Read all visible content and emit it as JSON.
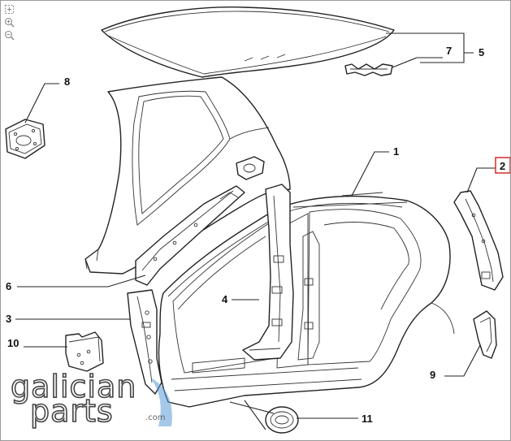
{
  "toolbar": {
    "icons": [
      "fit-to-screen-icon",
      "zoom-in-icon",
      "zoom-out-icon"
    ]
  },
  "callouts": {
    "c1": "1",
    "c2": "2",
    "c3": "3",
    "c4": "4",
    "c5": "5",
    "c6": "6",
    "c7": "7",
    "c8": "8",
    "c9": "9",
    "c10": "10",
    "c11": "11"
  },
  "highlight": {
    "callout": "2",
    "color": "#d42a2a"
  },
  "watermark": {
    "line1": "galician",
    "line2": "parts",
    "suffix": ".com",
    "accent": "#5b9bd5"
  }
}
